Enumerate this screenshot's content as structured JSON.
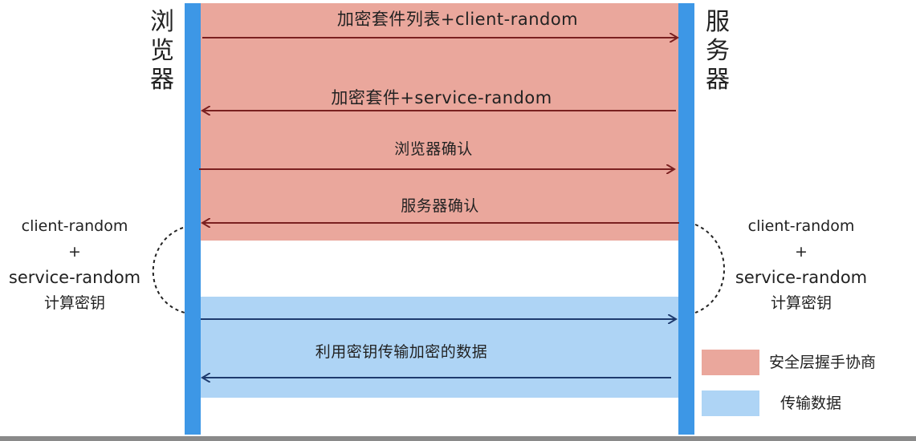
{
  "parties": {
    "browser": [
      "浏",
      "览",
      "器"
    ],
    "server": [
      "服",
      "务",
      "器"
    ]
  },
  "messages": [
    {
      "id": "cipher-list",
      "text": "加密套件列表+client-random",
      "direction": "to-server"
    },
    {
      "id": "cipher-select",
      "text": "加密套件+service-random",
      "direction": "to-browser"
    },
    {
      "id": "browser-confirm",
      "text": "浏览器确认",
      "direction": "to-server"
    },
    {
      "id": "server-confirm",
      "text": "服务器确认",
      "direction": "to-browser"
    },
    {
      "id": "encrypted-data",
      "text": "利用密钥传输加密的数据",
      "direction": "both"
    }
  ],
  "key_calc": {
    "left": {
      "line1": "client-random",
      "line2": "+",
      "line3": "service-random",
      "line4": "计算密钥"
    },
    "right": {
      "line1": "client-random",
      "line2": "+",
      "line3": "service-random",
      "line4": "计算密钥"
    }
  },
  "legend": [
    {
      "label": "安全层握手协商",
      "color": "#eaa79c"
    },
    {
      "label": "传输数据",
      "color": "#aed4f5"
    }
  ],
  "colors": {
    "handshake": "#eaa79c",
    "data": "#aed4f5",
    "lifeline": "#3d97e6",
    "arrow_handshake": "#7a2020",
    "arrow_data": "#1f3b6e"
  }
}
